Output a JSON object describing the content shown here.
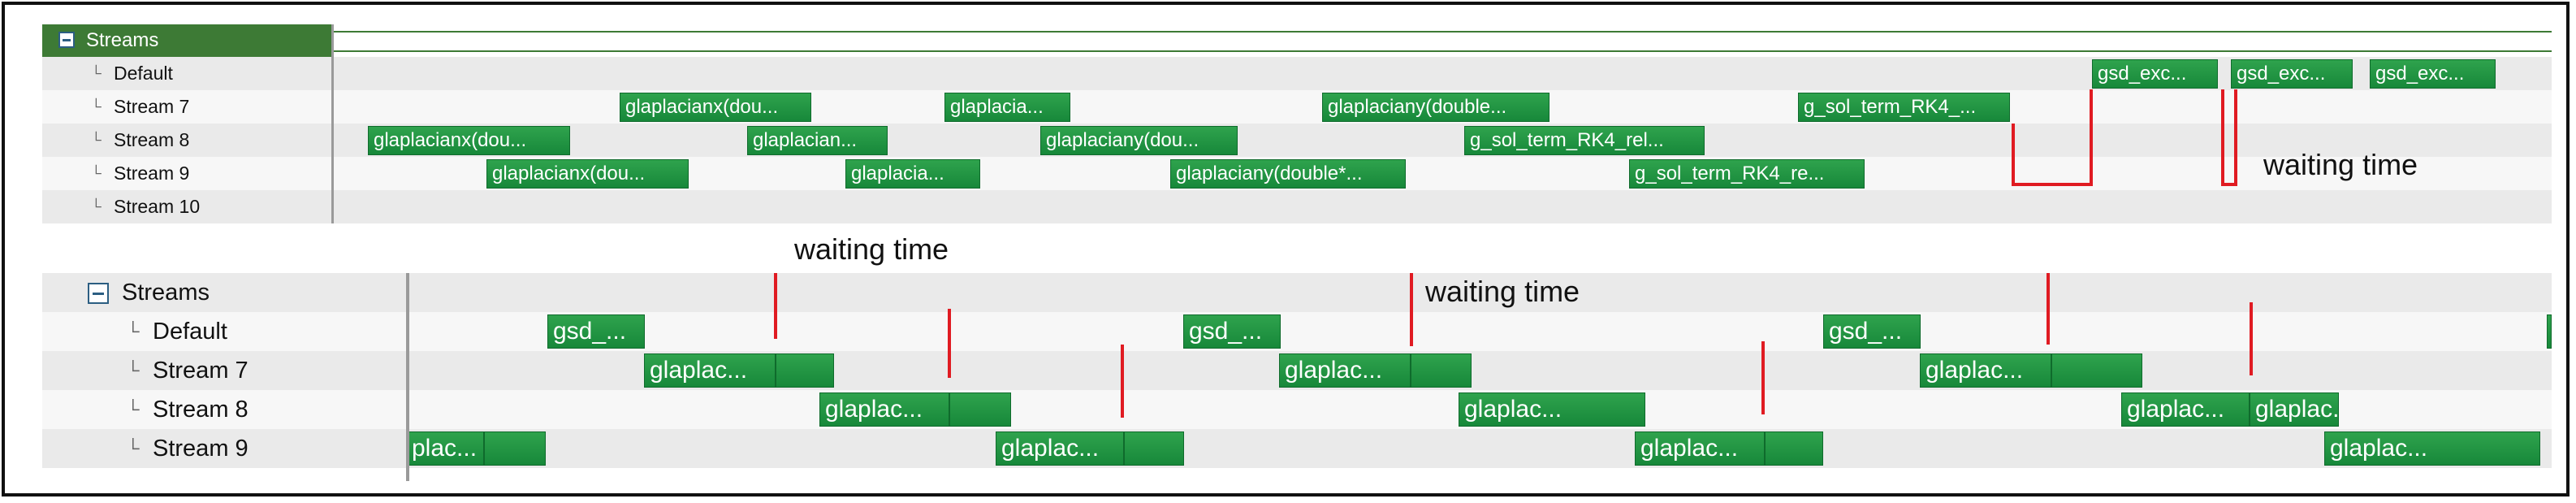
{
  "top_panel": {
    "header": "Streams",
    "rows": [
      "Default",
      "Stream 7",
      "Stream 8",
      "Stream 9",
      "Stream 10"
    ],
    "bars": {
      "default": [
        "gsd_exc...",
        "gsd_exc...",
        "gsd_exc..."
      ],
      "stream7": [
        "glaplacianx(dou...",
        "glaplacia...",
        "glaplaciany(double...",
        "g_sol_term_RK4_..."
      ],
      "stream8": [
        "glaplacianx(dou...",
        "glaplacian...",
        "glaplaciany(dou...",
        "g_sol_term_RK4_rel..."
      ],
      "stream9": [
        "glaplacianx(dou...",
        "glaplacia...",
        "glaplaciany(double*...",
        "g_sol_term_RK4_re..."
      ]
    },
    "annotation": "waiting time"
  },
  "bottom_panel": {
    "header": "Streams",
    "rows": [
      "Default",
      "Stream 7",
      "Stream 8",
      "Stream 9"
    ],
    "bars": {
      "default": [
        "gsd_...",
        "gsd_...",
        "gsd_..."
      ],
      "stream7": [
        "glaplac...",
        "glaplac...",
        "glaplac..."
      ],
      "stream8": [
        "glaplac...",
        "glaplac...",
        "glaplac...",
        "glaplac..."
      ],
      "stream9": [
        "plac...",
        "glaplac...",
        "glaplac...",
        "glaplac..."
      ]
    },
    "annotations": [
      "waiting time",
      "waiting time"
    ]
  },
  "colors": {
    "bar_green": "#1f9442",
    "header_green": "#3d7a35",
    "wait_red": "#e01b22",
    "row_alt": "#eaeaea"
  }
}
